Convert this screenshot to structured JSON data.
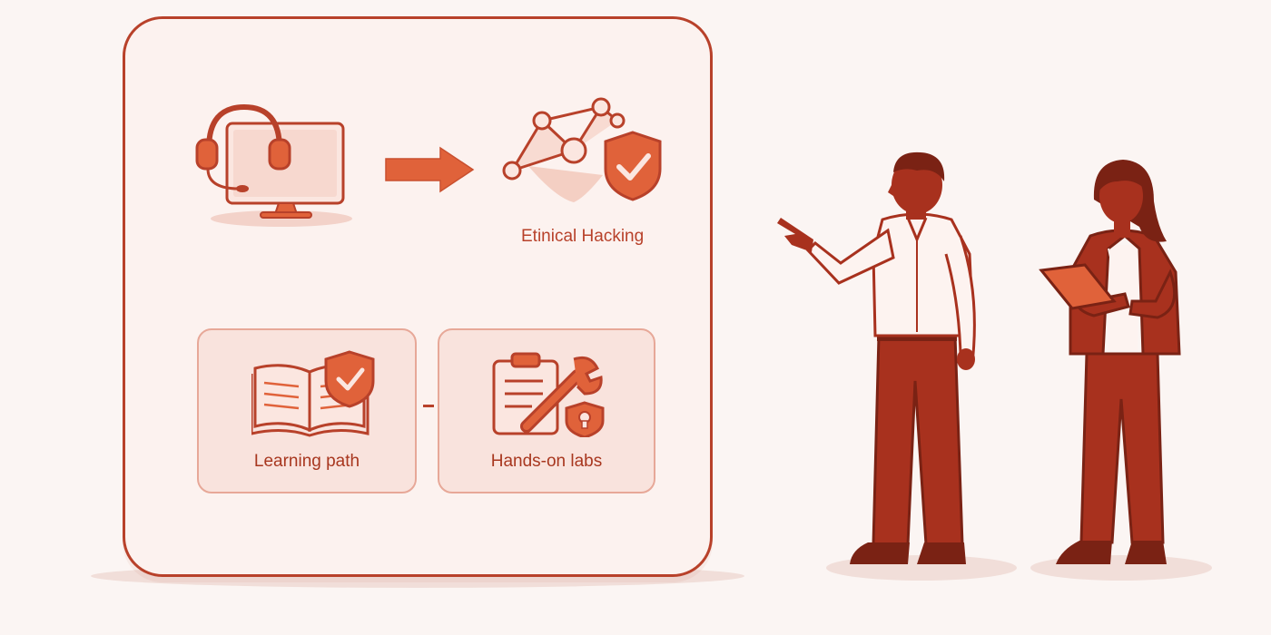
{
  "flow": {
    "destination_label": "Etinical Hacking"
  },
  "cards": [
    {
      "label": "Learning path",
      "icon": "book-shield-icon"
    },
    {
      "label": "Hands-on labs",
      "icon": "clipboard-wrench-icon"
    }
  ],
  "colors": {
    "accent": "#b8412a",
    "accent_light": "#e7a898",
    "card_fill": "#f9e3dd",
    "orange": "#e0623a",
    "background": "#fbf5f3"
  }
}
